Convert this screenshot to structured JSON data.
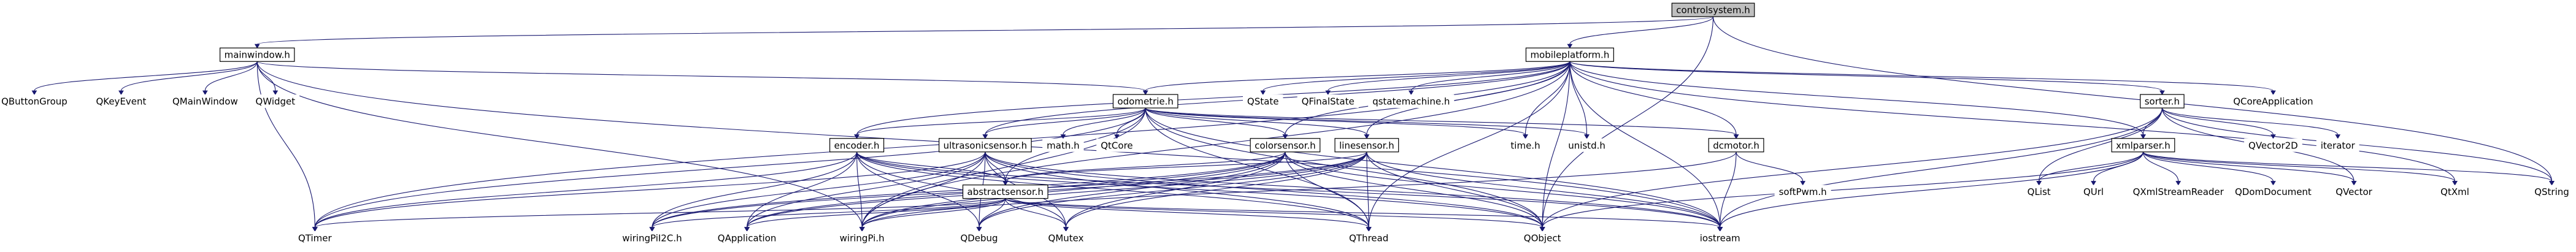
{
  "graph": {
    "nodes": [
      {
        "id": "controlsystem",
        "label": "controlsystem.h",
        "kind": "root"
      },
      {
        "id": "mainwindow",
        "label": "mainwindow.h",
        "kind": "box"
      },
      {
        "id": "mobileplatform",
        "label": "mobileplatform.h",
        "kind": "box"
      },
      {
        "id": "qbuttongroup",
        "label": "QButtonGroup",
        "kind": "plain"
      },
      {
        "id": "qkeyevent",
        "label": "QKeyEvent",
        "kind": "plain"
      },
      {
        "id": "qmainwindow",
        "label": "QMainWindow",
        "kind": "plain"
      },
      {
        "id": "qwidget",
        "label": "QWidget",
        "kind": "plain"
      },
      {
        "id": "odometrie",
        "label": "odometrie.h",
        "kind": "box"
      },
      {
        "id": "qstate",
        "label": "QState",
        "kind": "plain"
      },
      {
        "id": "qfinalstate",
        "label": "QFinalState",
        "kind": "plain"
      },
      {
        "id": "qstatemachine",
        "label": "qstatemachine.h",
        "kind": "plain"
      },
      {
        "id": "sorter",
        "label": "sorter.h",
        "kind": "box"
      },
      {
        "id": "qcoreapplication",
        "label": "QCoreApplication",
        "kind": "plain"
      },
      {
        "id": "encoder",
        "label": "encoder.h",
        "kind": "box"
      },
      {
        "id": "mathh",
        "label": "math.h",
        "kind": "plain"
      },
      {
        "id": "qtcore",
        "label": "QtCore",
        "kind": "plain"
      },
      {
        "id": "ultrasonic",
        "label": "ultrasonicsensor.h",
        "kind": "box"
      },
      {
        "id": "colorsensor",
        "label": "colorsensor.h",
        "kind": "box"
      },
      {
        "id": "linesensor",
        "label": "linesensor.h",
        "kind": "box"
      },
      {
        "id": "timeh",
        "label": "time.h",
        "kind": "plain"
      },
      {
        "id": "unistd",
        "label": "unistd.h",
        "kind": "plain"
      },
      {
        "id": "dcmotor",
        "label": "dcmotor.h",
        "kind": "box"
      },
      {
        "id": "xmlparser",
        "label": "xmlparser.h",
        "kind": "box"
      },
      {
        "id": "qvector2d",
        "label": "QVector2D",
        "kind": "plain"
      },
      {
        "id": "iterator",
        "label": "iterator",
        "kind": "plain"
      },
      {
        "id": "abstractsensor",
        "label": "abstractsensor.h",
        "kind": "box"
      },
      {
        "id": "softpwm",
        "label": "softPwm.h",
        "kind": "plain"
      },
      {
        "id": "qlist",
        "label": "QList",
        "kind": "plain"
      },
      {
        "id": "qurl",
        "label": "QUrl",
        "kind": "plain"
      },
      {
        "id": "qxmlstreamreader",
        "label": "QXmlStreamReader",
        "kind": "plain"
      },
      {
        "id": "qdomdocument",
        "label": "QDomDocument",
        "kind": "plain"
      },
      {
        "id": "qvector",
        "label": "QVector",
        "kind": "plain"
      },
      {
        "id": "qtxml",
        "label": "QtXml",
        "kind": "plain"
      },
      {
        "id": "qstring",
        "label": "QString",
        "kind": "plain"
      },
      {
        "id": "qtimer",
        "label": "QTimer",
        "kind": "plain"
      },
      {
        "id": "wiringpi2c",
        "label": "wiringPiI2C.h",
        "kind": "plain"
      },
      {
        "id": "qapplication",
        "label": "QApplication",
        "kind": "plain"
      },
      {
        "id": "wiringpi",
        "label": "wiringPi.h",
        "kind": "plain"
      },
      {
        "id": "qdebug",
        "label": "QDebug",
        "kind": "plain"
      },
      {
        "id": "qmutex",
        "label": "QMutex",
        "kind": "plain"
      },
      {
        "id": "qthread",
        "label": "QThread",
        "kind": "plain"
      },
      {
        "id": "qobject",
        "label": "QObject",
        "kind": "plain"
      },
      {
        "id": "iostream",
        "label": "iostream",
        "kind": "plain"
      }
    ],
    "edges": [
      [
        "controlsystem",
        "mainwindow"
      ],
      [
        "controlsystem",
        "mobileplatform"
      ],
      [
        "controlsystem",
        "qstring"
      ],
      [
        "controlsystem",
        "qobject"
      ],
      [
        "mainwindow",
        "qbuttongroup"
      ],
      [
        "mainwindow",
        "qkeyevent"
      ],
      [
        "mainwindow",
        "qmainwindow"
      ],
      [
        "mainwindow",
        "qwidget"
      ],
      [
        "mainwindow",
        "odometrie"
      ],
      [
        "mainwindow",
        "qtimer"
      ],
      [
        "mainwindow",
        "wiringpi"
      ],
      [
        "mainwindow",
        "iostream"
      ],
      [
        "mobileplatform",
        "odometrie"
      ],
      [
        "mobileplatform",
        "qstate"
      ],
      [
        "mobileplatform",
        "qfinalstate"
      ],
      [
        "mobileplatform",
        "qstatemachine"
      ],
      [
        "mobileplatform",
        "sorter"
      ],
      [
        "mobileplatform",
        "qcoreapplication"
      ],
      [
        "mobileplatform",
        "encoder"
      ],
      [
        "mobileplatform",
        "ultrasonic"
      ],
      [
        "mobileplatform",
        "colorsensor"
      ],
      [
        "mobileplatform",
        "linesensor"
      ],
      [
        "mobileplatform",
        "timeh"
      ],
      [
        "mobileplatform",
        "unistd"
      ],
      [
        "mobileplatform",
        "dcmotor"
      ],
      [
        "mobileplatform",
        "xmlparser"
      ],
      [
        "mobileplatform",
        "qtimer"
      ],
      [
        "mobileplatform",
        "qthread"
      ],
      [
        "mobileplatform",
        "qobject"
      ],
      [
        "mobileplatform",
        "iostream"
      ],
      [
        "mobileplatform",
        "qtxml"
      ],
      [
        "mobileplatform",
        "wiringpi"
      ],
      [
        "odometrie",
        "encoder"
      ],
      [
        "odometrie",
        "mathh"
      ],
      [
        "odometrie",
        "qtcore"
      ],
      [
        "odometrie",
        "ultrasonic"
      ],
      [
        "odometrie",
        "colorsensor"
      ],
      [
        "odometrie",
        "linesensor"
      ],
      [
        "odometrie",
        "timeh"
      ],
      [
        "odometrie",
        "unistd"
      ],
      [
        "odometrie",
        "dcmotor"
      ],
      [
        "odometrie",
        "qthread"
      ],
      [
        "odometrie",
        "qobject"
      ],
      [
        "odometrie",
        "iostream"
      ],
      [
        "odometrie",
        "qtimer"
      ],
      [
        "odometrie",
        "wiringpi"
      ],
      [
        "odometrie",
        "abstractsensor"
      ],
      [
        "sorter",
        "qvector2d"
      ],
      [
        "sorter",
        "iterator"
      ],
      [
        "sorter",
        "xmlparser"
      ],
      [
        "sorter",
        "qstring"
      ],
      [
        "sorter",
        "qlist"
      ],
      [
        "sorter",
        "qvector"
      ],
      [
        "sorter",
        "iostream"
      ],
      [
        "sorter",
        "qobject"
      ],
      [
        "encoder",
        "abstractsensor"
      ],
      [
        "encoder",
        "qtimer"
      ],
      [
        "encoder",
        "wiringpi2c"
      ],
      [
        "encoder",
        "qapplication"
      ],
      [
        "encoder",
        "wiringpi"
      ],
      [
        "encoder",
        "qdebug"
      ],
      [
        "encoder",
        "qmutex"
      ],
      [
        "encoder",
        "qthread"
      ],
      [
        "encoder",
        "qobject"
      ],
      [
        "encoder",
        "iostream"
      ],
      [
        "ultrasonic",
        "abstractsensor"
      ],
      [
        "ultrasonic",
        "wiringpi2c"
      ],
      [
        "ultrasonic",
        "qapplication"
      ],
      [
        "ultrasonic",
        "wiringpi"
      ],
      [
        "ultrasonic",
        "qdebug"
      ],
      [
        "ultrasonic",
        "qmutex"
      ],
      [
        "ultrasonic",
        "qthread"
      ],
      [
        "ultrasonic",
        "qobject"
      ],
      [
        "ultrasonic",
        "iostream"
      ],
      [
        "ultrasonic",
        "qtimer"
      ],
      [
        "colorsensor",
        "abstractsensor"
      ],
      [
        "colorsensor",
        "wiringpi2c"
      ],
      [
        "colorsensor",
        "qapplication"
      ],
      [
        "colorsensor",
        "wiringpi"
      ],
      [
        "colorsensor",
        "qdebug"
      ],
      [
        "colorsensor",
        "qmutex"
      ],
      [
        "colorsensor",
        "qthread"
      ],
      [
        "colorsensor",
        "qobject"
      ],
      [
        "colorsensor",
        "iostream"
      ],
      [
        "linesensor",
        "abstractsensor"
      ],
      [
        "linesensor",
        "wiringpi2c"
      ],
      [
        "linesensor",
        "qapplication"
      ],
      [
        "linesensor",
        "wiringpi"
      ],
      [
        "linesensor",
        "qdebug"
      ],
      [
        "linesensor",
        "qmutex"
      ],
      [
        "linesensor",
        "qthread"
      ],
      [
        "linesensor",
        "qobject"
      ],
      [
        "linesensor",
        "iostream"
      ],
      [
        "dcmotor",
        "softpwm"
      ],
      [
        "dcmotor",
        "wiringpi"
      ],
      [
        "dcmotor",
        "iostream"
      ],
      [
        "xmlparser",
        "qlist"
      ],
      [
        "xmlparser",
        "qurl"
      ],
      [
        "xmlparser",
        "qxmlstreamreader"
      ],
      [
        "xmlparser",
        "qdomdocument"
      ],
      [
        "xmlparser",
        "qvector"
      ],
      [
        "xmlparser",
        "qtxml"
      ],
      [
        "xmlparser",
        "qstring"
      ],
      [
        "xmlparser",
        "iostream"
      ],
      [
        "xmlparser",
        "qobject"
      ],
      [
        "abstractsensor",
        "qtimer"
      ],
      [
        "abstractsensor",
        "wiringpi2c"
      ],
      [
        "abstractsensor",
        "qapplication"
      ],
      [
        "abstractsensor",
        "wiringpi"
      ],
      [
        "abstractsensor",
        "qdebug"
      ],
      [
        "abstractsensor",
        "qmutex"
      ],
      [
        "abstractsensor",
        "qthread"
      ],
      [
        "abstractsensor",
        "qobject"
      ],
      [
        "abstractsensor",
        "iostream"
      ]
    ]
  }
}
